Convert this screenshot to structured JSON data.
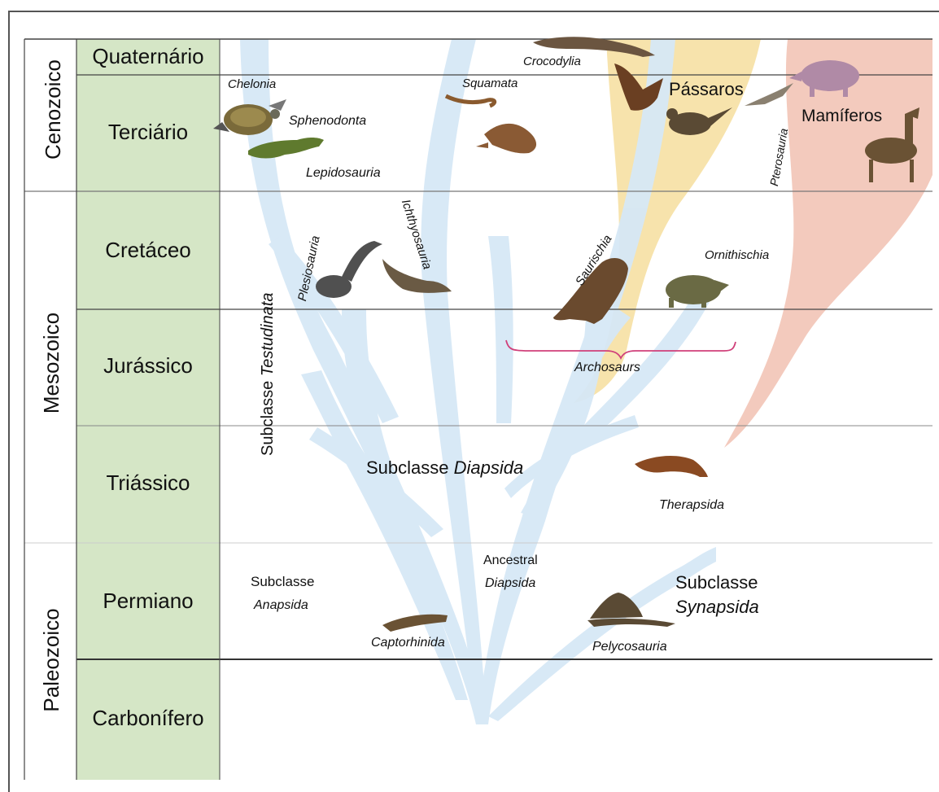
{
  "eras": [
    {
      "key": "cenozoico",
      "label": "Cenozoico"
    },
    {
      "key": "mesozoico",
      "label": "Mesozoico"
    },
    {
      "key": "paleozoico",
      "label": "Paleozoico"
    }
  ],
  "periods": [
    {
      "key": "quaternario",
      "label": "Quaternário"
    },
    {
      "key": "terciario",
      "label": "Terciário"
    },
    {
      "key": "cretaceo",
      "label": "Cretáceo"
    },
    {
      "key": "jurassico",
      "label": "Jurássico"
    },
    {
      "key": "triassico",
      "label": "Triássico"
    },
    {
      "key": "permiano",
      "label": "Permiano"
    },
    {
      "key": "carbonifero",
      "label": "Carbonífero"
    }
  ],
  "groups": {
    "crocodylia": "Crocodylia",
    "chelonia": "Chelonia",
    "squamata": "Squamata",
    "passaros": "Pássaros",
    "mamiferos": "Mamíferos",
    "sphenodonta": "Sphenodonta",
    "lepidosauria": "Lepidosauria",
    "pterosauria": "Pterosauria",
    "plesiosauria": "Plesiosauria",
    "ichthyosauria": "Ichthyosauria",
    "saurischia": "Saurischia",
    "ornithischia": "Ornithischia",
    "testudinata_prefix": "Subclasse ",
    "testudinata": "Testudinata",
    "archosaurs": "Archosaurs",
    "diapsida_prefix": "Subclasse ",
    "diapsida": "Diapsida",
    "therapsida": "Therapsida",
    "anapsida_line1": "Subclasse",
    "anapsida_line2": "Anapsida",
    "ancestral_line1": "Ancestral",
    "ancestral_line2": "Diapsida",
    "synapsida_line1": "Subclasse",
    "synapsida_line2": "Synapsida",
    "captorhinida": "Captorhinida",
    "pelycosauria": "Pelycosauria"
  },
  "colors": {
    "period_column": "#d5e6c6",
    "reptile_branches": "#d6e8f6",
    "bird_branch": "#f7e2a8",
    "mammal_branch": "#f2c4b6",
    "archosaur_brace": "#d0407a",
    "grid_line": "#444444"
  },
  "icons": [
    "crocodile-icon",
    "turtle-icon",
    "tuatara-icon",
    "snake-icon",
    "lizard-icon",
    "eagle-icon",
    "pheasant-icon",
    "pterosaur-icon",
    "boar-icon",
    "llama-icon",
    "plesiosaur-icon",
    "ichthyosaur-icon",
    "theropod-icon",
    "ceratopsian-icon",
    "therapsid-icon",
    "captorhinid-icon",
    "dimetrodon-icon"
  ]
}
